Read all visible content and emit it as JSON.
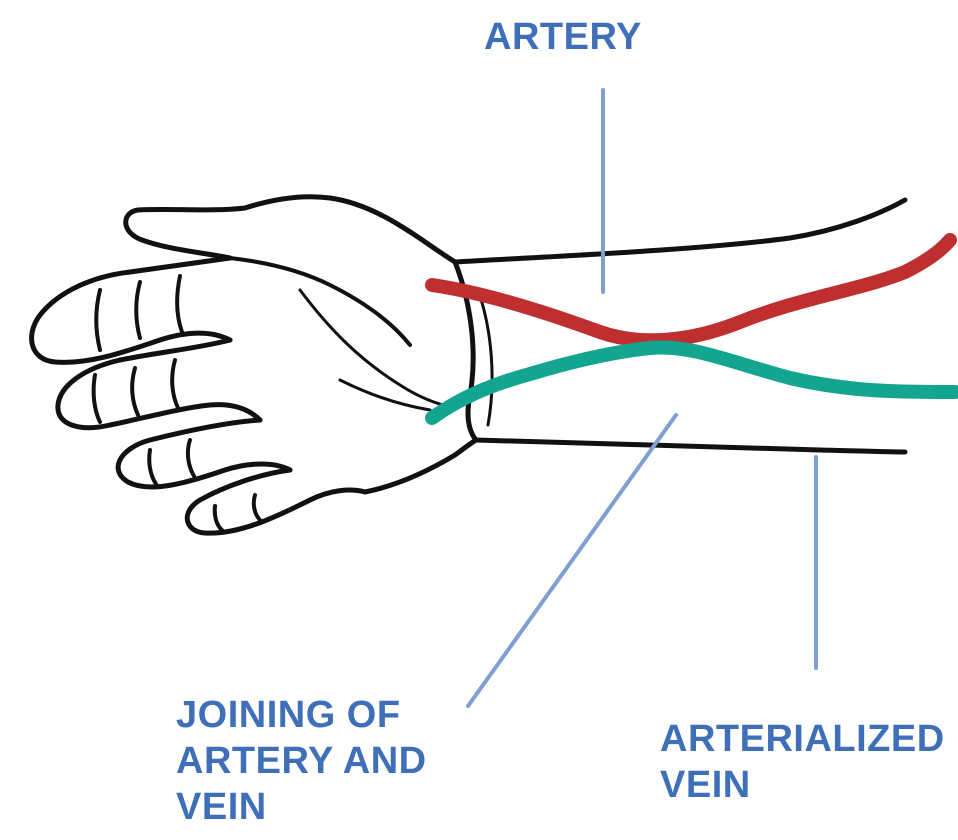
{
  "colors": {
    "label_text": "#3e6fb8",
    "leader_line": "#7e9fcf",
    "artery": "#bf2f2f",
    "vein": "#14a591",
    "outline": "#111111"
  },
  "labels": {
    "artery": {
      "lines": [
        "ARTERY"
      ]
    },
    "joining": {
      "lines": [
        "JOINING OF",
        "ARTERY AND",
        "VEIN"
      ]
    },
    "arterialized_vein": {
      "lines": [
        "ARTERIALIZED",
        "VEIN"
      ]
    }
  }
}
